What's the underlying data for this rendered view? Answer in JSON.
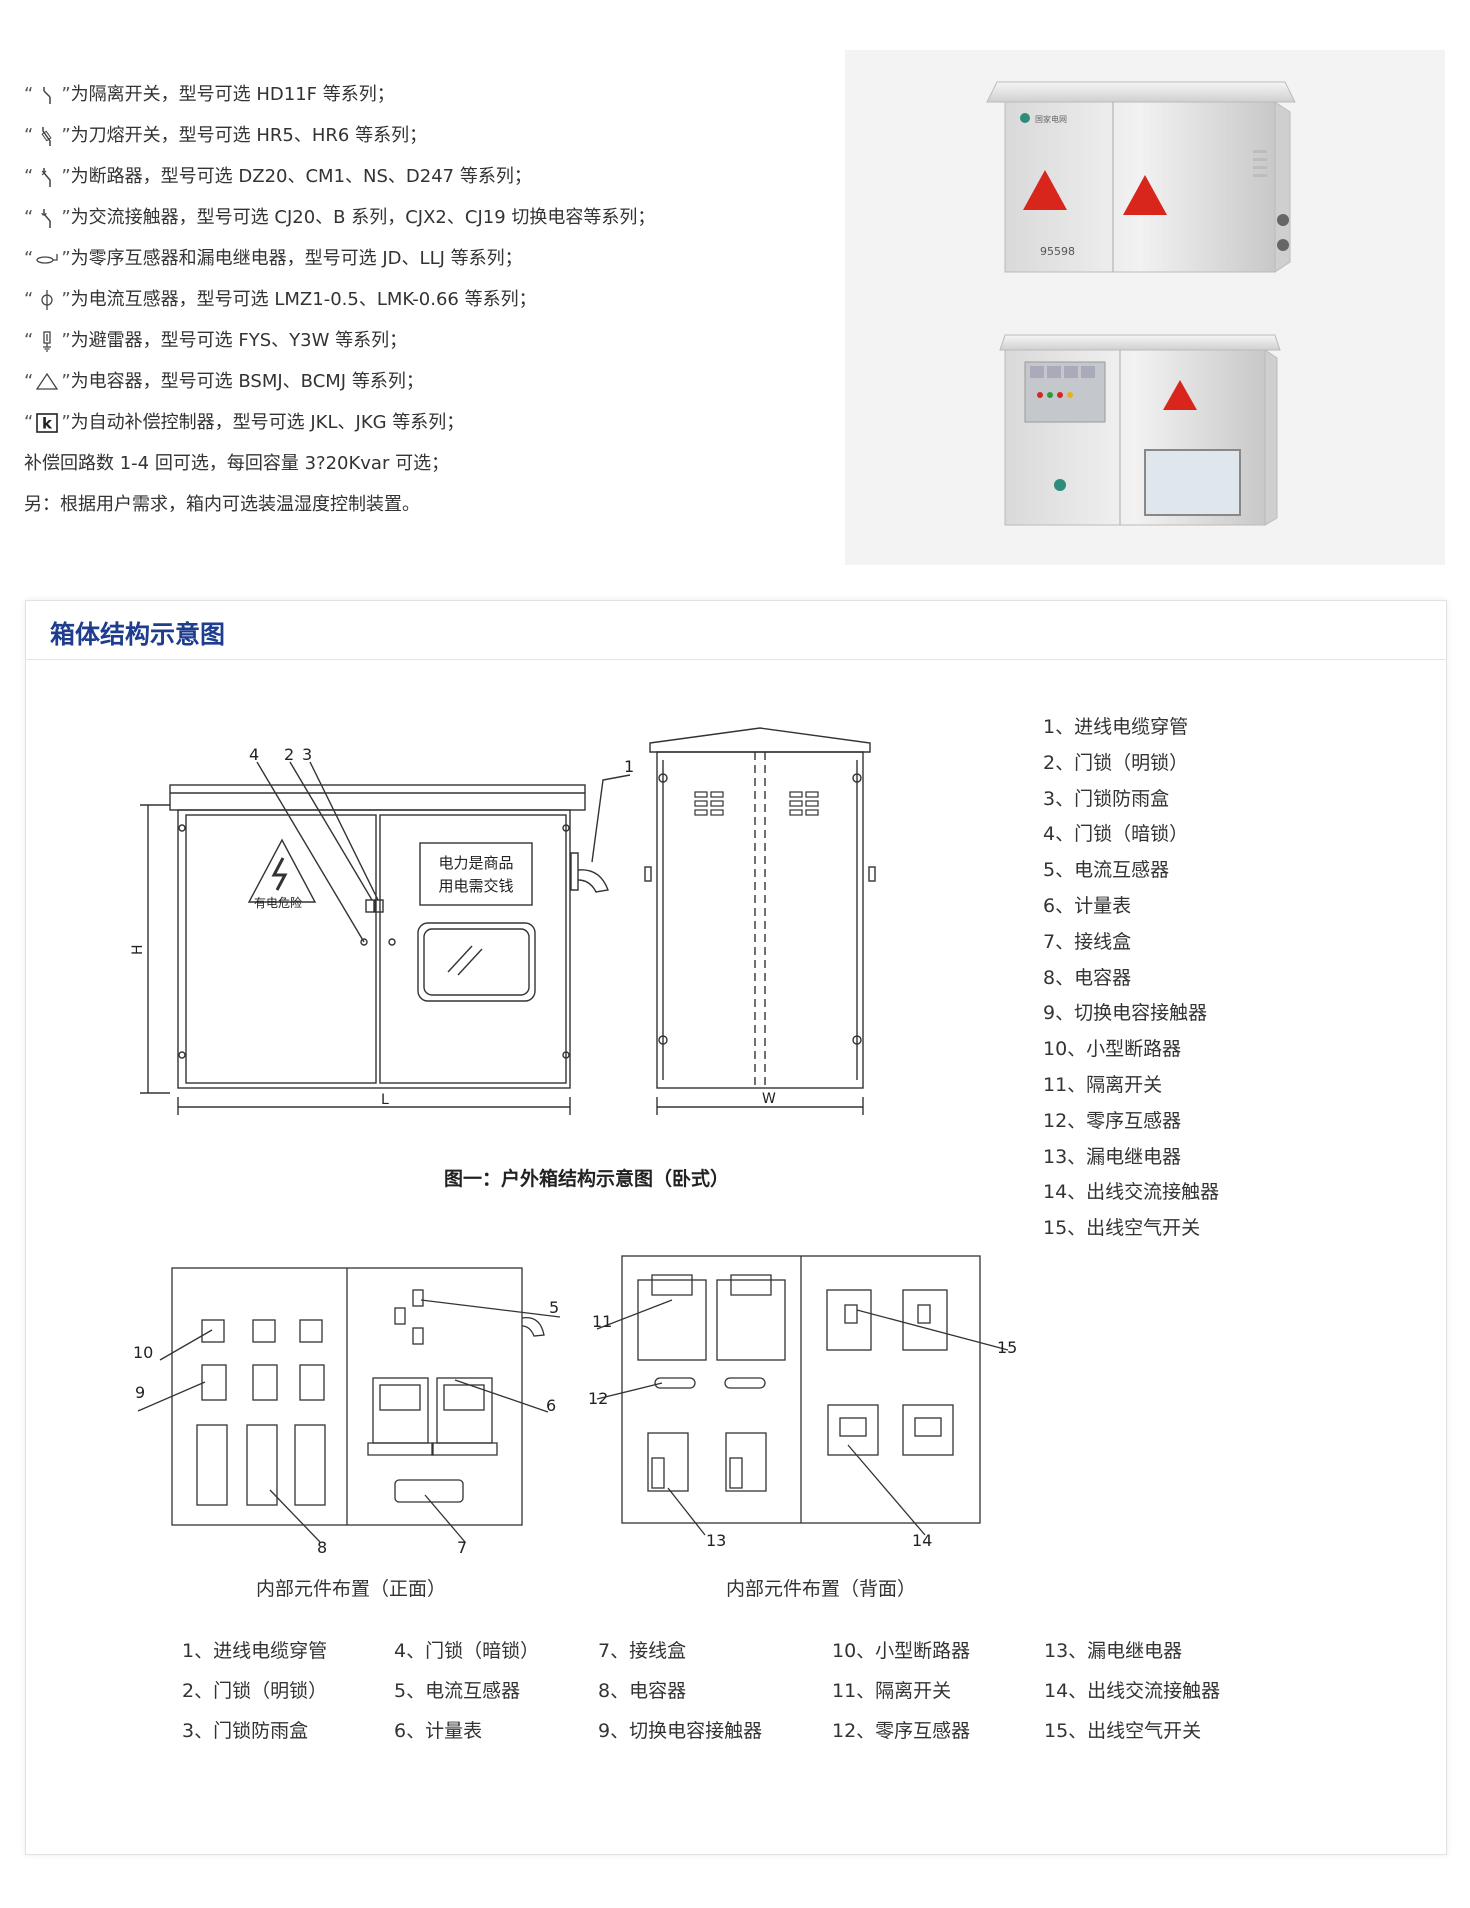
{
  "legend": {
    "rows": [
      {
        "icon": "isolating-switch-symbol",
        "text": "为隔离开关，型号可选 HD11F 等系列；"
      },
      {
        "icon": "fuse-switch-symbol",
        "text": "为刀熔开关，型号可选 HR5、HR6 等系列；"
      },
      {
        "icon": "circuit-breaker-symbol",
        "text": "为断路器，型号可选 DZ20、CM1、NS、D247 等系列；"
      },
      {
        "icon": "ac-contactor-symbol",
        "text": "为交流接触器，型号可选 CJ20、B 系列，CJX2、CJ19 切换电容等系列；"
      },
      {
        "icon": "zero-sequence-ct-symbol",
        "text": "为零序互感器和漏电继电器，型号可选 JD、LLJ 等系列；"
      },
      {
        "icon": "current-transformer-symbol",
        "text": "为电流互感器，型号可选 LMZ1-0.5、LMK-0.66 等系列；"
      },
      {
        "icon": "surge-arrester-symbol",
        "text": "为避雷器，型号可选 FYS、Y3W 等系列；"
      },
      {
        "icon": "capacitor-symbol",
        "text": "为电容器，型号可选 BSMJ、BCMJ 等系列；"
      },
      {
        "icon": "k-controller-symbol",
        "k": "k",
        "text": "为自动补偿控制器，型号可选 JKL、JKG 等系列；"
      }
    ],
    "quote_open": "“",
    "quote_close": "”",
    "note1": "补偿回路数 1-4 回可选，每回容量 3?20Kvar 可选；",
    "note2": "另：根据用户需求，箱内可选装温湿度控制装置。"
  },
  "photos": {
    "top_cabinet_brand": "国家电网",
    "top_cabinet_number": "95598",
    "bottom_cabinet_label": ""
  },
  "section": {
    "title": "箱体结构示意图"
  },
  "figure1": {
    "caption": "图一：户外箱结构示意图（卧式）",
    "warning_text": "有电危险",
    "sign_line1": "电力是商品",
    "sign_line2": "用电需交钱",
    "dim_h": "H",
    "dim_l": "L",
    "dim_w": "W",
    "callouts": [
      "4",
      "2",
      "3",
      "1"
    ]
  },
  "parts_list": [
    "1、进线电缆穿管",
    "2、门锁（明锁）",
    "3、门锁防雨盒",
    "4、门锁（暗锁）",
    "5、电流互感器",
    "6、计量表",
    "7、接线盒",
    "8、电容器",
    "9、切换电容接触器",
    "10、小型断路器",
    "11、隔离开关",
    "12、零序互感器",
    "13、漏电继电器",
    "14、出线交流接触器",
    "15、出线空气开关"
  ],
  "front_layout": {
    "caption": "内部元件布置（正面）",
    "callouts": [
      "10",
      "9",
      "5",
      "6",
      "8",
      "7"
    ]
  },
  "back_layout": {
    "caption": "内部元件布置（背面）",
    "callouts": [
      "11",
      "12",
      "15",
      "13",
      "14"
    ]
  },
  "bottom_parts": [
    [
      "1、进线电缆穿管",
      "2、门锁（明锁）",
      "3、门锁防雨盒"
    ],
    [
      "4、门锁（暗锁）",
      "5、电流互感器",
      "6、计量表"
    ],
    [
      "7、接线盒",
      "8、电容器",
      "9、切换电容接触器"
    ],
    [
      "10、小型断路器",
      "11、隔离开关",
      "12、零序互感器"
    ],
    [
      "13、漏电继电器",
      "14、出线交流接触器",
      "15、出线空气开关"
    ]
  ],
  "footer_fragment": "",
  "colors": {
    "title_blue": "#1f3d8f",
    "warning_red": "#d9261c",
    "line": "#333333"
  }
}
